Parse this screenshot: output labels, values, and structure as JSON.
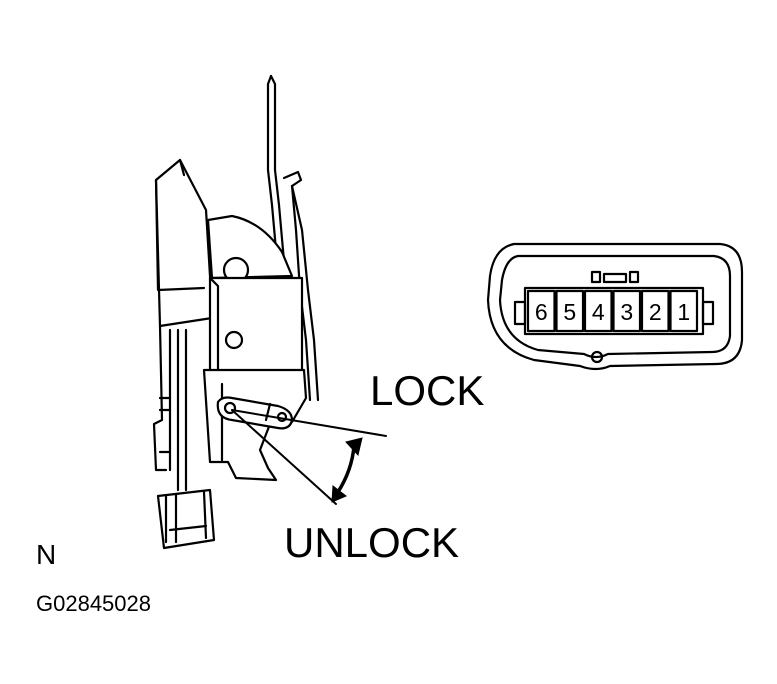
{
  "labels": {
    "lock": "LOCK",
    "unlock": "UNLOCK",
    "view_marker": "N",
    "figure_code": "G02845028"
  },
  "connector": {
    "pins": [
      "6",
      "5",
      "4",
      "3",
      "2",
      "1"
    ]
  },
  "colors": {
    "line": "#000000",
    "background": "#ffffff"
  }
}
